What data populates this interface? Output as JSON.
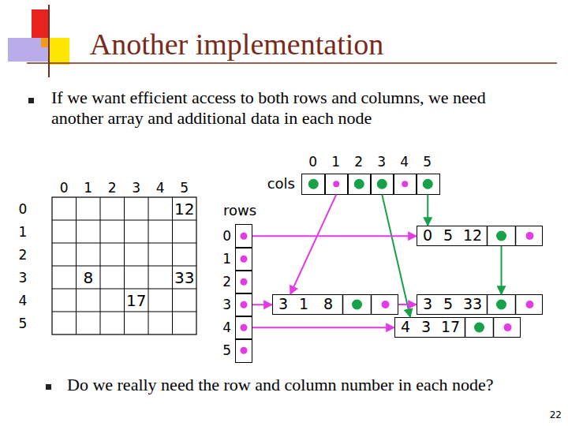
{
  "diagram": {
    "title": "Another implementation",
    "nodes": [
      {
        "text": [
          "cols"
        ]
      },
      {
        "text": [
          "0"
        ],
        "in": 0
      },
      {
        "text": [
          "1"
        ],
        "in": 0
      },
      {
        "text": [
          "2"
        ],
        "in": 0
      },
      {
        "text": [
          "3"
        ],
        "in": 0
      },
      {
        "text": [
          "4"
        ],
        "in": 0
      },
      {
        "text": [
          "5"
        ],
        "in": 0
      },
      {
        "text": [
          "rows"
        ]
      },
      {
        "text": [
          "0"
        ],
        "in": 7
      },
      {
        "text": [
          "1"
        ],
        "in": 7
      },
      {
        "text": [
          "2"
        ],
        "in": 7
      },
      {
        "text": [
          "3"
        ],
        "in": 7
      },
      {
        "text": [
          "4"
        ],
        "in": 7
      },
      {
        "text": [
          "5"
        ],
        "in": 7
      },
      {
        "text": [
          "0",
          "5",
          "12"
        ]
      },
      {
        "text": [
          "3",
          "1",
          "8"
        ]
      },
      {
        "text": [
          "3",
          "5",
          "33"
        ]
      },
      {
        "text": [
          "4",
          "3",
          "17"
        ]
      }
    ],
    "edges": [
      {
        "from": 2,
        "to": 15,
        "arrow": "to"
      },
      {
        "from": 4,
        "to": 17,
        "arrow": "to"
      },
      {
        "from": 6,
        "to": 14,
        "arrow": "to"
      },
      {
        "from": 14,
        "to": 16,
        "arrow": "to"
      },
      {
        "from": 8,
        "to": 14,
        "arrow": "to"
      },
      {
        "from": 11,
        "to": 15,
        "arrow": "to"
      },
      {
        "from": 15,
        "to": 16,
        "arrow": "to"
      },
      {
        "from": 12,
        "to": 17,
        "arrow": "to"
      }
    ],
    "labels": [
      "If we want efficient access to both rows and columns, we need another array and additional data in each node",
      "0",
      "1",
      "2",
      "3",
      "4",
      "5",
      "0",
      "1",
      "2",
      "3",
      "4",
      "5",
      "12",
      "8",
      "33",
      "17",
      "Do we really need the row and column number in each node?",
      "22"
    ]
  }
}
